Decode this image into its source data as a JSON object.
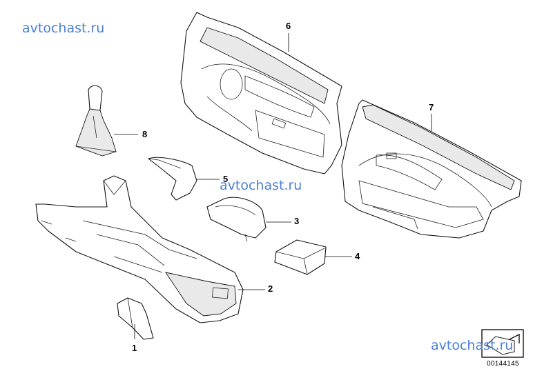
{
  "watermarks": [
    "avtochast.ru",
    "avtochast.ru",
    "avtochast.ru"
  ],
  "callouts": [
    "1",
    "2",
    "3",
    "4",
    "5",
    "6",
    "7",
    "8"
  ],
  "diagram_id": "00144145",
  "colors": {
    "watermark": "#4a7fd6",
    "line": "#111111",
    "background": "#ffffff"
  },
  "icons": {
    "corner_badge": "arrow-box-icon"
  }
}
